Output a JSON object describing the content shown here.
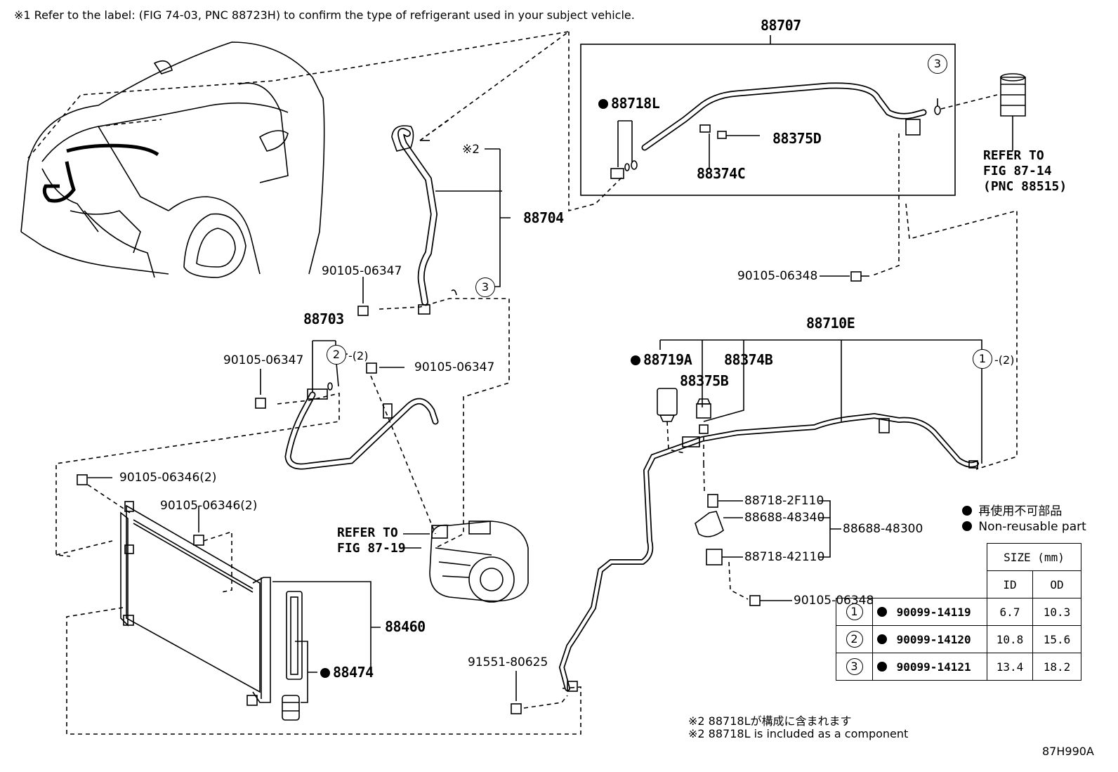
{
  "header_note": "※1 Refer to the label: (FIG 74-03, PNC 88723H) to confirm the type of refrigerant used in your subject vehicle.",
  "callouts": {
    "p88707": "88707",
    "p88718L": "88718L",
    "p88375D": "88375D",
    "p88374C": "88374C",
    "p88704": "88704",
    "note2_marker": "※2",
    "p90105_06347_a": "90105-06347",
    "p88703": "88703",
    "p90105_06347_b": "90105-06347",
    "p90105_06347_c": "90105-06347",
    "p90105_06348_a": "90105-06348",
    "p88710E": "88710E",
    "p88719A": "88719A",
    "p88374B": "88374B",
    "p88375B": "88375B",
    "p90105_06346_a": "90105-06346(2)",
    "p90105_06346_b": "90105-06346(2)",
    "p88718_2F110": "88718-2F110",
    "p88688_48340": "88688-48340",
    "p88688_48300": "88688-48300",
    "p88718_42110": "88718-42110",
    "p90105_06348_b": "90105-06348",
    "p88460": "88460",
    "p88474": "88474",
    "p91551_80625": "91551-80625"
  },
  "circle_refs": {
    "c3_top": "3",
    "c3_hose": "3",
    "c2": "2",
    "c2_qty": "-(2)",
    "c1": "1",
    "c1_qty": "-(2)"
  },
  "refer_to": {
    "top_right": [
      "REFER TO",
      "FIG 87-14",
      "(PNC 88515)"
    ],
    "compressor": [
      "REFER TO",
      "FIG 87-19"
    ]
  },
  "legend": {
    "jp": "再使用不可部品",
    "en": "Non-reusable part"
  },
  "size_table": {
    "header": "SIZE (mm)",
    "col_id": "ID",
    "col_od": "OD",
    "rows": [
      {
        "ref": "1",
        "part": "90099-14119",
        "id": "6.7",
        "od": "10.3"
      },
      {
        "ref": "2",
        "part": "90099-14120",
        "id": "10.8",
        "od": "15.6"
      },
      {
        "ref": "3",
        "part": "90099-14121",
        "id": "13.4",
        "od": "18.2"
      }
    ]
  },
  "footnotes": {
    "jp": "※2 88718Lが構成に含まれます",
    "en": "※2 88718L is included as a component"
  },
  "figure_code": "87H990A"
}
